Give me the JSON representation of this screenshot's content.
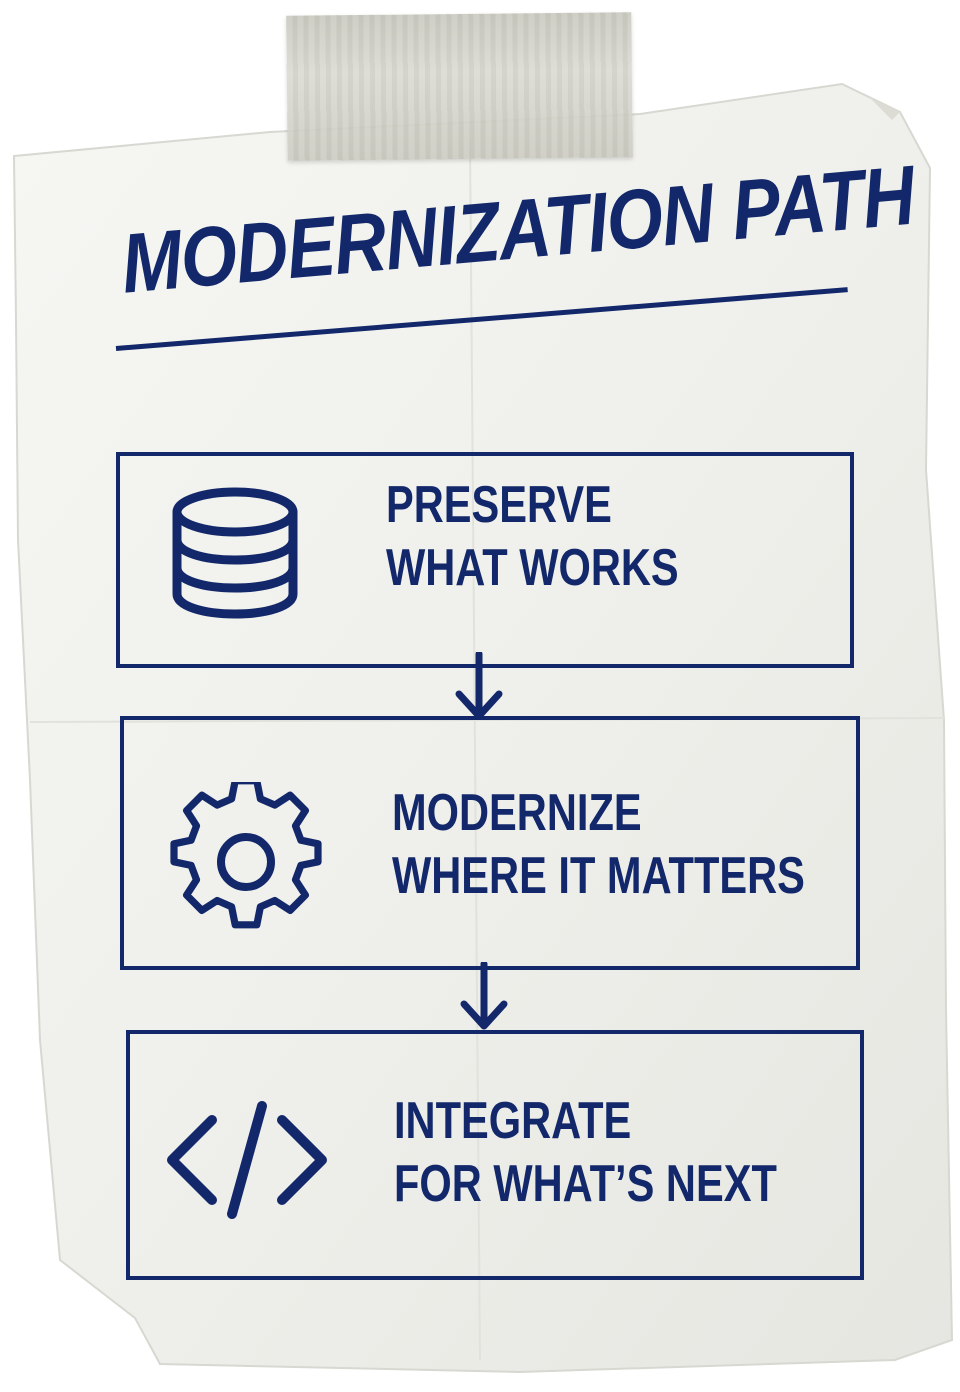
{
  "title": "MODERNIZATION PATH",
  "colors": {
    "ink": "#13286a",
    "paper": "#f2f2ef",
    "tape": "#c9c9bd"
  },
  "steps": [
    {
      "line1": "PRESERVE",
      "line2": "WHAT WORKS",
      "icon": "database-icon"
    },
    {
      "line1": "MODERNIZE",
      "line2": "WHERE IT MATTERS",
      "icon": "gear-icon"
    },
    {
      "line1": "INTEGRATE",
      "line2": "FOR WHAT’S NEXT",
      "icon": "code-icon"
    }
  ]
}
